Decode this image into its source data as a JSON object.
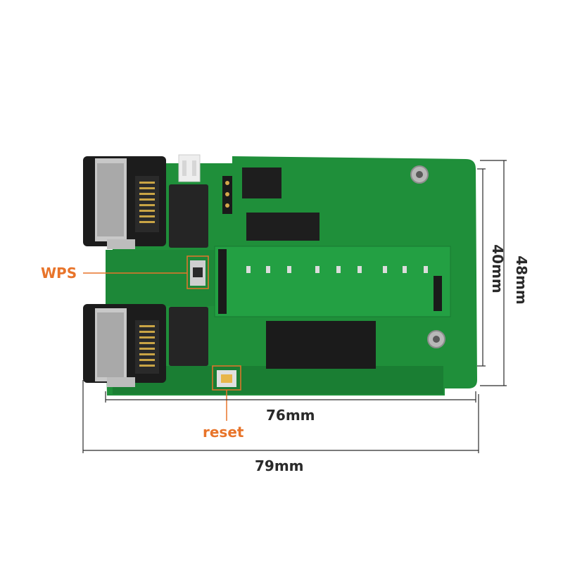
{
  "labels": {
    "wps": "WPS",
    "reset": "reset",
    "height_inner": "40mm",
    "height_outer": "48mm",
    "width_inner": "76mm",
    "width_outer": "79mm"
  },
  "colors": {
    "pcb_green": "#1f8f3a",
    "pcb_dark": "#146a2a",
    "callout_orange": "#e8742a",
    "dimension_line": "#2a2a2a"
  }
}
